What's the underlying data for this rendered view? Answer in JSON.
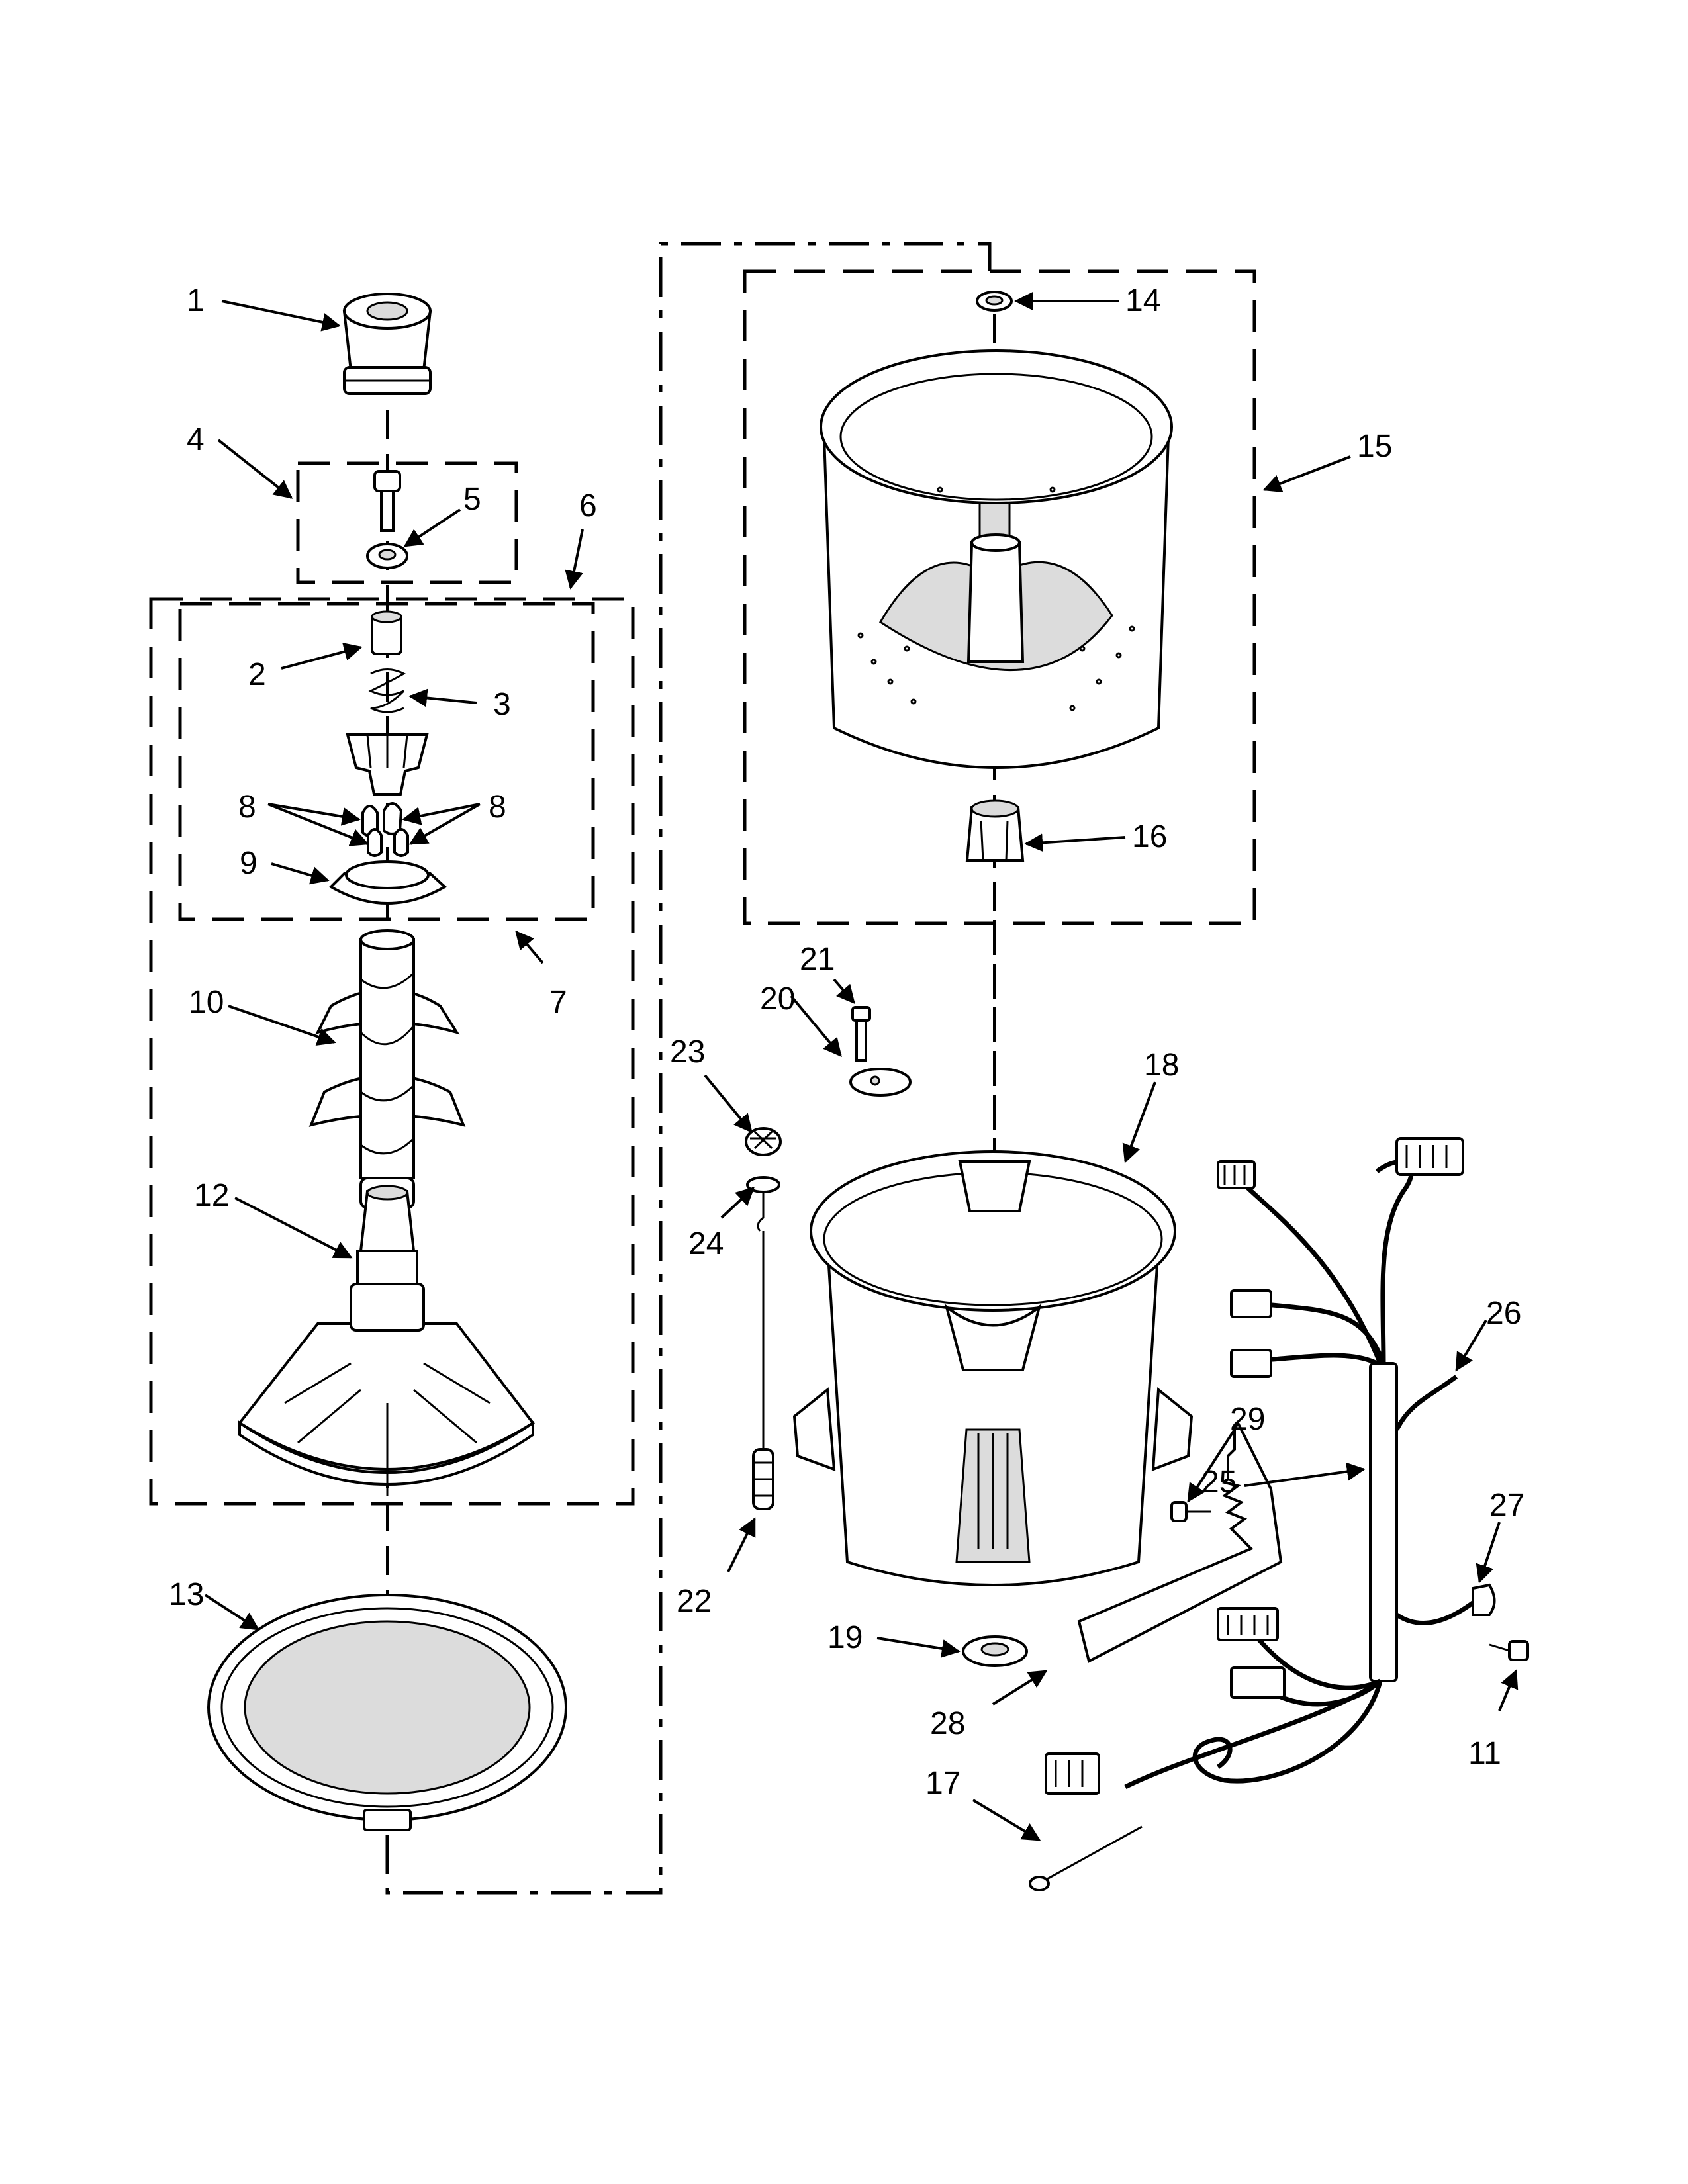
{
  "diagram": {
    "callouts": {
      "c1": "1",
      "c2": "2",
      "c3": "3",
      "c4": "4",
      "c5": "5",
      "c6": "6",
      "c7": "7",
      "c8a": "8",
      "c8b": "8",
      "c9": "9",
      "c10": "10",
      "c11": "11",
      "c12": "12",
      "c13": "13",
      "c14": "14",
      "c15": "15",
      "c16": "16",
      "c17": "17",
      "c18": "18",
      "c19": "19",
      "c20": "20",
      "c21": "21",
      "c22": "22",
      "c23": "23",
      "c24": "24",
      "c25": "25",
      "c26": "26",
      "c27": "27",
      "c28": "28",
      "c29": "29"
    }
  }
}
